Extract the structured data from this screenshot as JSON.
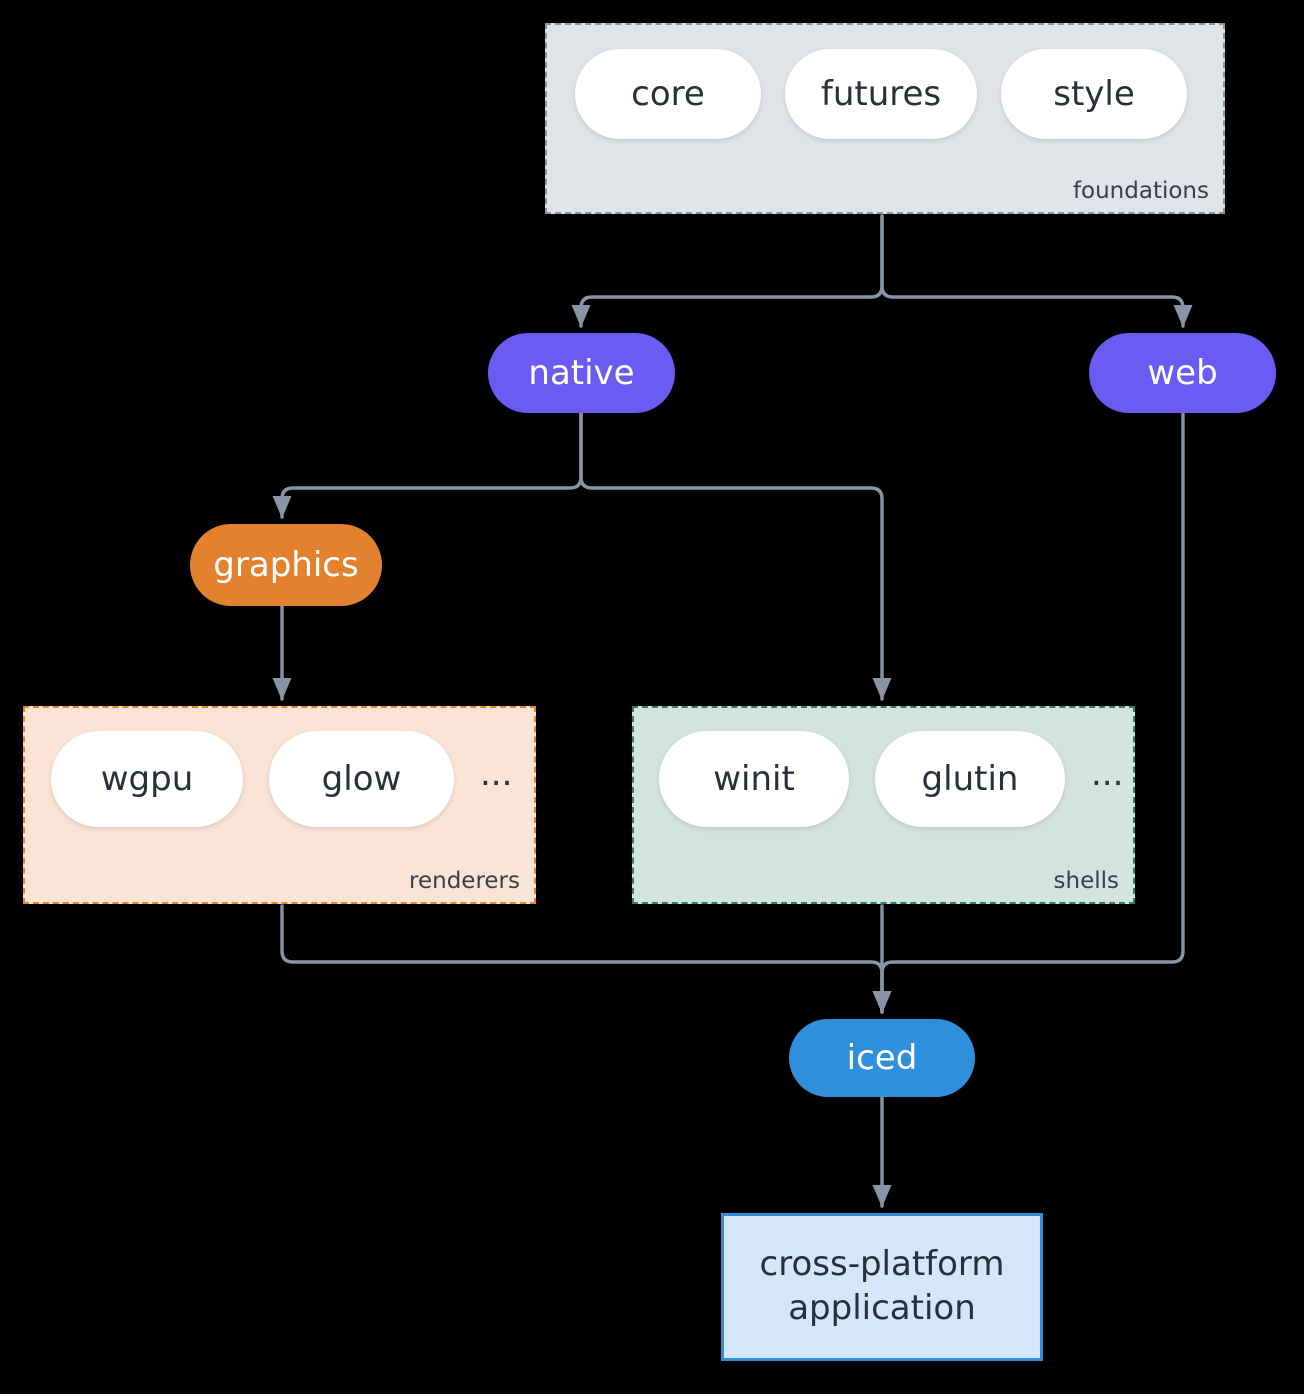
{
  "diagram": {
    "type": "architecture-flowchart",
    "background": "#000000",
    "edge_color": "#8796a6",
    "clusters": [
      {
        "id": "foundations",
        "label": "foundations",
        "fill": "#e0e4e8",
        "stroke": "#8795a6",
        "stroke_style": "dashed",
        "items": [
          "core",
          "futures",
          "style"
        ],
        "has_ellipsis": false
      },
      {
        "id": "renderers",
        "label": "renderers",
        "fill": "#fae4d6",
        "stroke": "#e8832a",
        "stroke_style": "dashed",
        "items": [
          "wgpu",
          "glow"
        ],
        "has_ellipsis": true,
        "ellipsis": "..."
      },
      {
        "id": "shells",
        "label": "shells",
        "fill": "#d3e3de",
        "stroke": "#2f7d6c",
        "stroke_style": "dashed",
        "items": [
          "winit",
          "glutin"
        ],
        "has_ellipsis": true,
        "ellipsis": "..."
      }
    ],
    "nodes": [
      {
        "id": "native",
        "label": "native",
        "shape": "pill",
        "fill": "#6a5bf2",
        "text_color": "#ffffff"
      },
      {
        "id": "web",
        "label": "web",
        "shape": "pill",
        "fill": "#6a5bf2",
        "text_color": "#ffffff"
      },
      {
        "id": "graphics",
        "label": "graphics",
        "shape": "pill",
        "fill": "#e3822e",
        "text_color": "#ffffff"
      },
      {
        "id": "iced",
        "label": "iced",
        "shape": "pill",
        "fill": "#2f8fda",
        "text_color": "#ffffff"
      },
      {
        "id": "application",
        "shape": "rect",
        "fill": "#d4e7f8",
        "stroke": "#2f8fda",
        "text_color": "#28303a",
        "label_line1": "cross-platform",
        "label_line2": "application"
      }
    ],
    "edges": [
      {
        "from": "foundations",
        "to": "native",
        "arrow": true
      },
      {
        "from": "foundations",
        "to": "web",
        "arrow": true
      },
      {
        "from": "native",
        "to": "graphics",
        "arrow": true
      },
      {
        "from": "native",
        "to": "shells",
        "arrow": true
      },
      {
        "from": "graphics",
        "to": "renderers",
        "arrow": true
      },
      {
        "from": "renderers",
        "to": "iced",
        "arrow": true
      },
      {
        "from": "shells",
        "to": "iced",
        "arrow": true
      },
      {
        "from": "web",
        "to": "iced",
        "arrow": true
      },
      {
        "from": "iced",
        "to": "application",
        "arrow": true
      }
    ]
  }
}
